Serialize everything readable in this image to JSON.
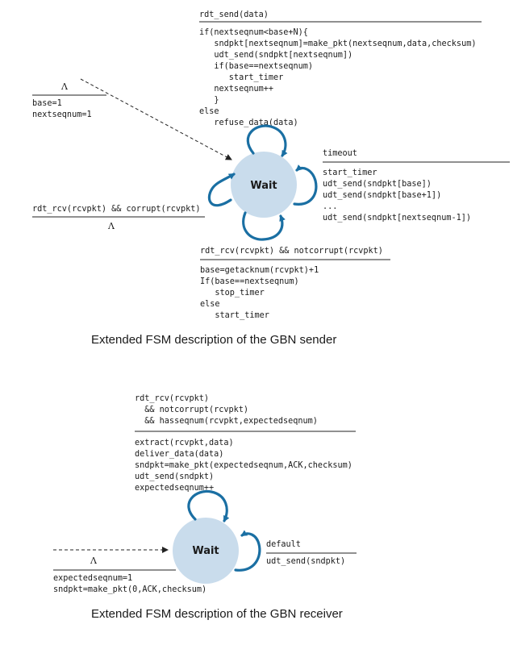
{
  "colors": {
    "state_fill": "#c9dcec",
    "loop_color": "#1a6fa3",
    "text": "#1a1a1a"
  },
  "sender": {
    "caption": "Extended FSM description of the GBN sender",
    "state_label": "Wait",
    "init": {
      "event": "Λ",
      "actions": [
        "base=1",
        "nextseqnum=1"
      ]
    },
    "rdt_send": {
      "event": "rdt_send(data)",
      "actions": [
        "if(nextseqnum<base+N){",
        "   sndpkt[nextseqnum]=make_pkt(nextseqnum,data,checksum)",
        "   udt_send(sndpkt[nextseqnum])",
        "   if(base==nextseqnum)",
        "      start_timer",
        "   nextseqnum++",
        "   }",
        "else",
        "   refuse_data(data)"
      ]
    },
    "timeout": {
      "event": "timeout",
      "actions": [
        "start_timer",
        "udt_send(sndpkt[base])",
        "udt_send(sndpkt[base+1])",
        "...",
        "udt_send(sndpkt[nextseqnum-1])"
      ]
    },
    "corrupt": {
      "event": "rdt_rcv(rcvpkt) && corrupt(rcvpkt)",
      "action": "Λ"
    },
    "notcorrupt": {
      "event": "rdt_rcv(rcvpkt) && notcorrupt(rcvpkt)",
      "actions": [
        "base=getacknum(rcvpkt)+1",
        "If(base==nextseqnum)",
        "   stop_timer",
        "else",
        "   start_timer"
      ]
    }
  },
  "receiver": {
    "caption": "Extended FSM description of the GBN receiver",
    "state_label": "Wait",
    "init": {
      "event": "Λ",
      "actions": [
        "expectedseqnum=1",
        "sndpkt=make_pkt(0,ACK,checksum)"
      ]
    },
    "rdt_rcv": {
      "event_lines": [
        "rdt_rcv(rcvpkt)",
        "  && notcorrupt(rcvpkt)",
        "  && hasseqnum(rcvpkt,expectedseqnum)"
      ],
      "actions": [
        "extract(rcvpkt,data)",
        "deliver_data(data)",
        "sndpkt=make_pkt(expectedseqnum,ACK,checksum)",
        "udt_send(sndpkt)",
        "expectedseqnum++"
      ]
    },
    "default": {
      "event": "default",
      "action": "udt_send(sndpkt)"
    }
  }
}
